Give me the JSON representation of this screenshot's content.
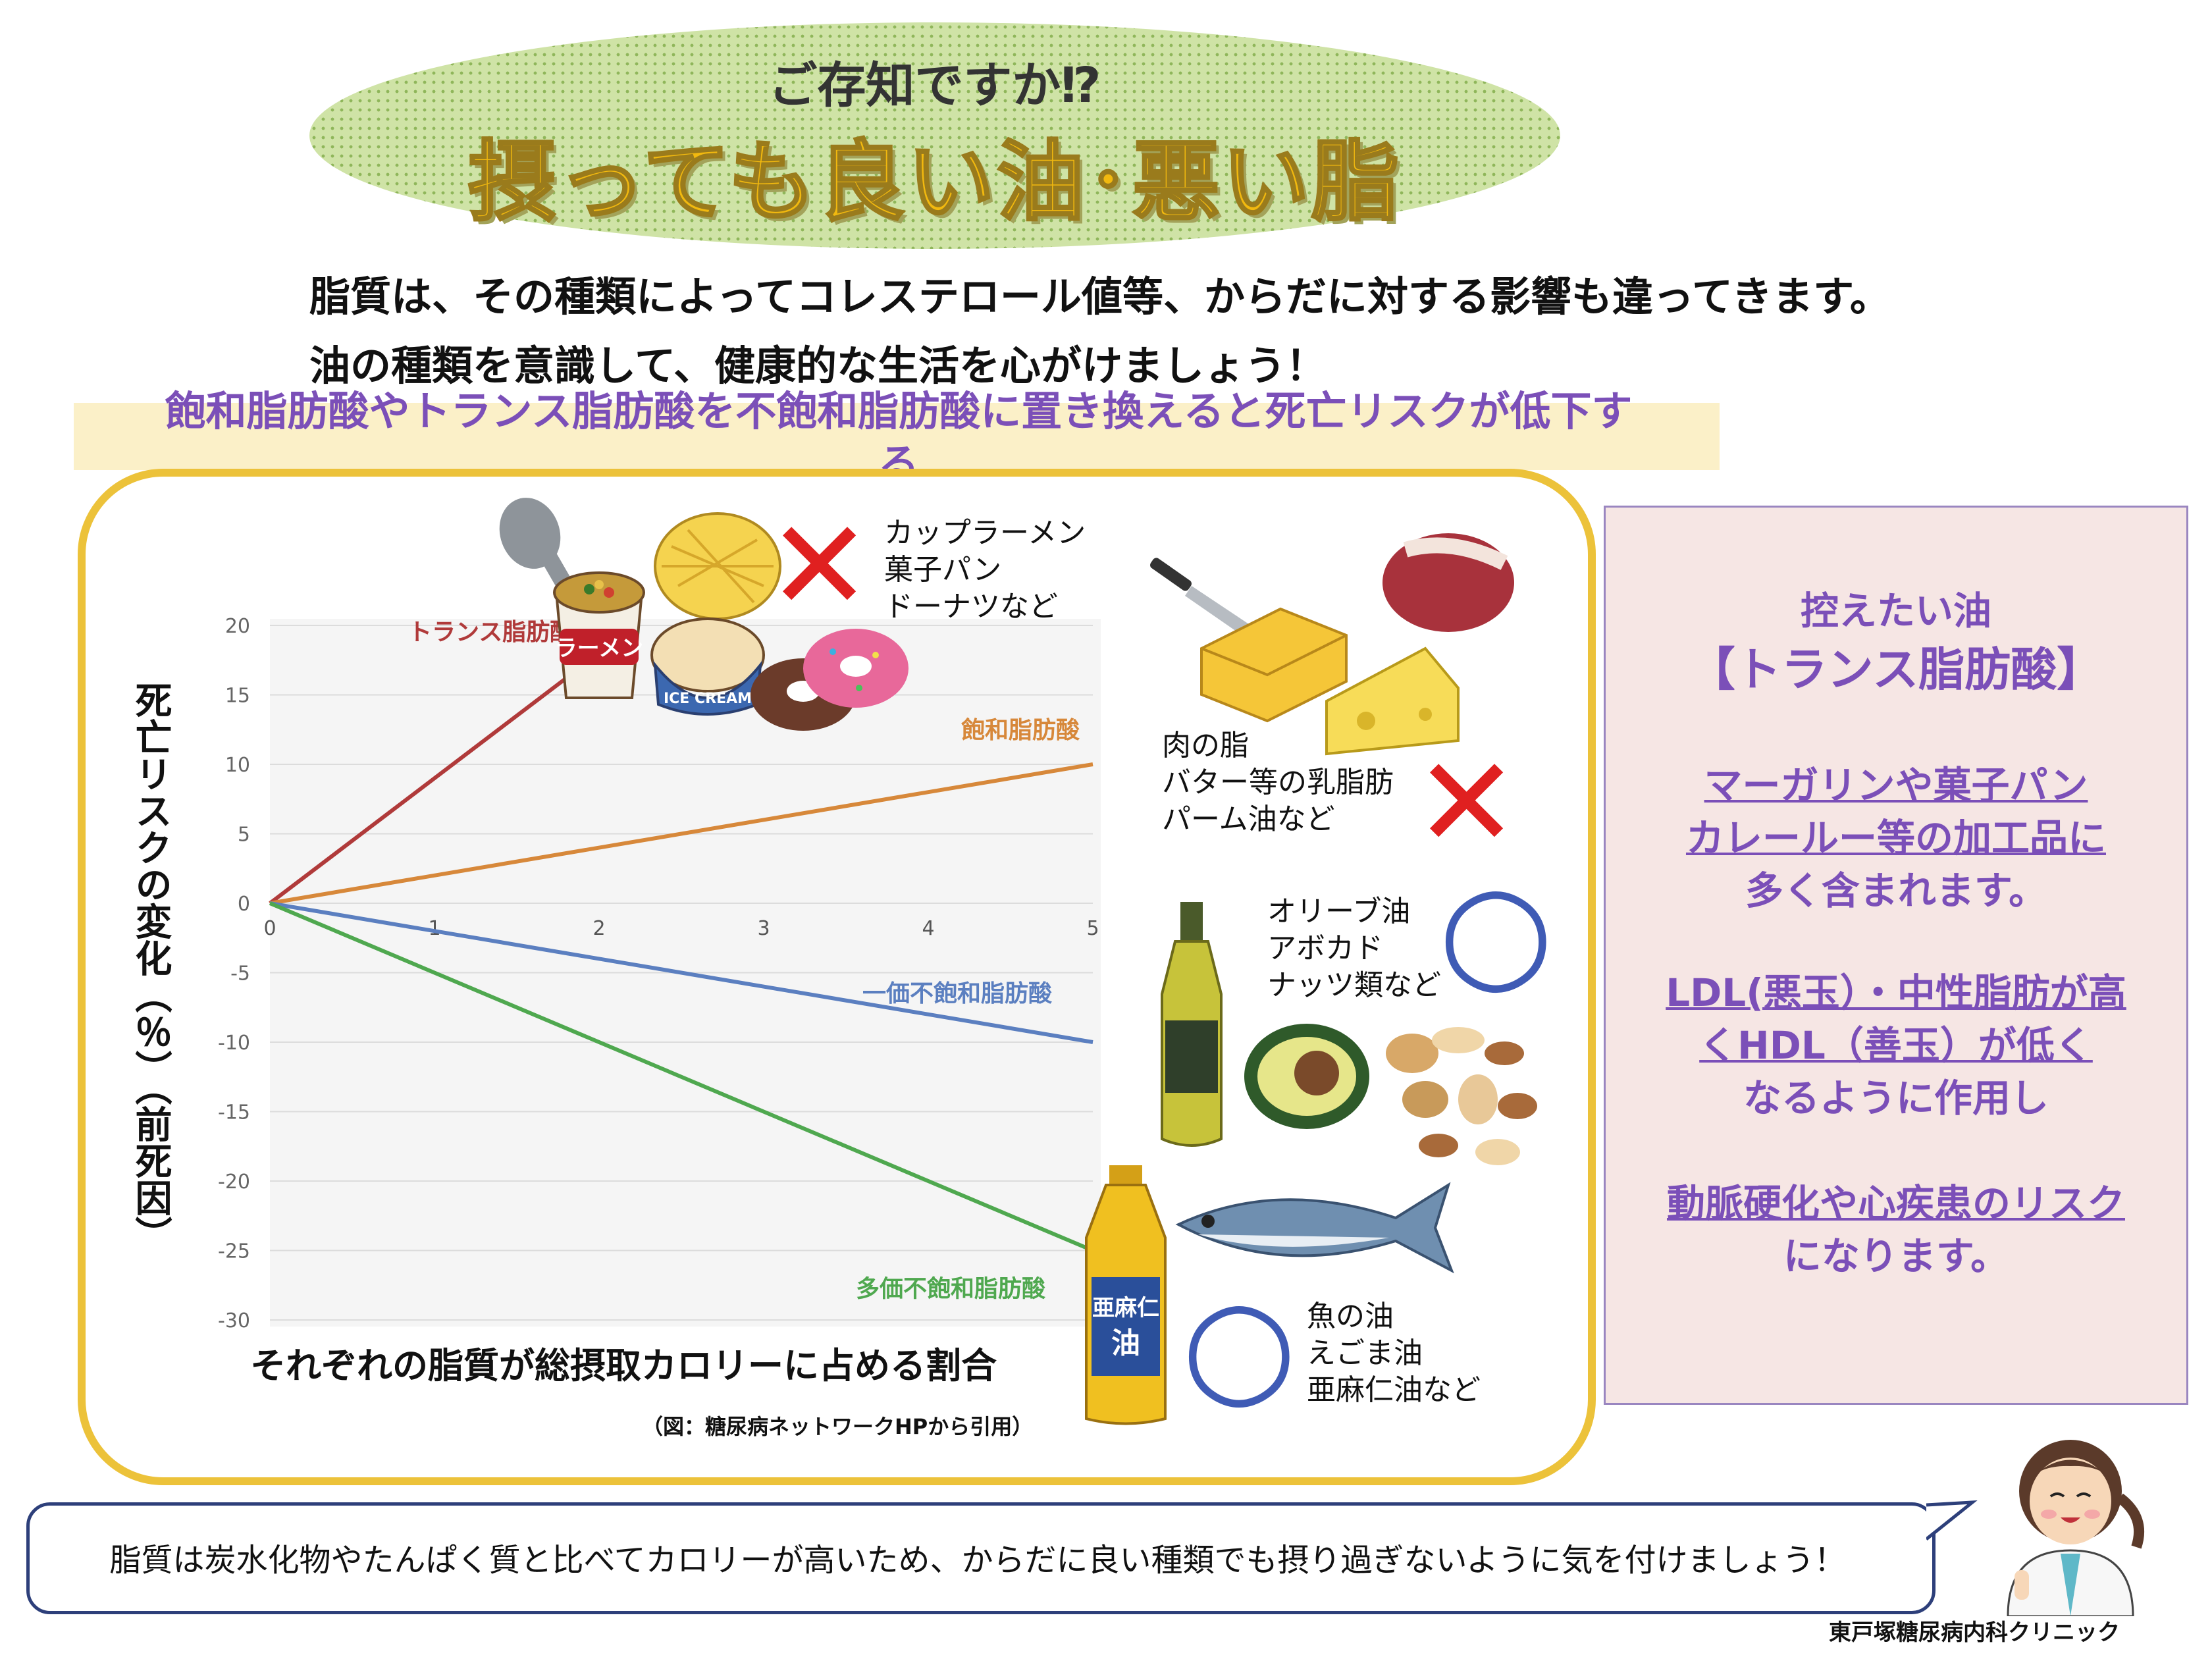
{
  "header": {
    "subtitle": "ご存知ですか⁉",
    "title": "摂っても良い油･悪い脂"
  },
  "intro": {
    "line1": "脂質は、その種類によってコレステロール値等、からだに対する影響も違ってきます。",
    "line2": "油の種類を意識して、健康的な生活を心がけましょう！"
  },
  "banner": {
    "line1": "飽和脂肪酸やトランス脂肪酸を不飽和脂肪酸に置き換えると死亡リスクが低下す",
    "line2": "る"
  },
  "chart_data": {
    "type": "line",
    "title": "",
    "xlabel": "それぞれの脂質が総摂取カロリーに占める割合",
    "ylabel": "死亡リスクの変化（％）（前死因）",
    "xlim": [
      0,
      5
    ],
    "ylim": [
      -30,
      20
    ],
    "x_ticks": [
      "0",
      "1",
      "2",
      "3",
      "4",
      "5"
    ],
    "y_ticks": [
      "20",
      "15",
      "10",
      "5",
      "0",
      "-5",
      "-10",
      "-15",
      "-20",
      "-25",
      "-30"
    ],
    "grid": true,
    "series": [
      {
        "name": "トランス脂肪酸",
        "color": "#b03a3a",
        "x": [
          0,
          2
        ],
        "y": [
          0,
          18
        ]
      },
      {
        "name": "飽和脂肪酸",
        "color": "#d7883a",
        "x": [
          0,
          5
        ],
        "y": [
          0,
          10
        ]
      },
      {
        "name": "一価不飽和脂肪酸",
        "color": "#5b7fc0",
        "x": [
          0,
          5
        ],
        "y": [
          0,
          -10
        ]
      },
      {
        "name": "多価不飽和脂肪酸",
        "color": "#4fa84f",
        "x": [
          0,
          5
        ],
        "y": [
          0,
          -25
        ]
      }
    ],
    "source": "（図：糖尿病ネットワークHPから引用）"
  },
  "foods": {
    "group1": {
      "lines": [
        "カップラーメン",
        "菓子パン",
        "ドーナツなど"
      ],
      "mark": "✕",
      "ramen_label": "ラーメン",
      "icecream_label": "ICE CREAM"
    },
    "group2": {
      "lines": [
        "肉の脂",
        "バター等の乳脂肪",
        "パーム油など"
      ],
      "mark": "✕"
    },
    "group3": {
      "lines": [
        "オリーブ油",
        "アボカド",
        "ナッツ類など"
      ],
      "mark": "○"
    },
    "group4": {
      "lines": [
        "魚の油",
        "えごま油",
        "亜麻仁油など"
      ],
      "mark": "○",
      "bottle_label": [
        "亜麻仁",
        "油"
      ]
    }
  },
  "right_box": {
    "heading1": "控えたい油",
    "heading2": "【トランス脂肪酸】",
    "p1": [
      "マーガリンや菓子パン",
      "カレールー等の加工品に",
      "多く含まれます。"
    ],
    "p2": [
      "LDL(悪玉）・中性脂肪が高",
      "くHDL（善玉）が低く",
      "なるように作用し"
    ],
    "p3": [
      "動脈硬化や心疾患のリスク",
      "になります。"
    ]
  },
  "footer": {
    "message": "脂質は炭水化物やたんぱく質と比べてカロリーが高いため、からだに良い種類でも摂り過ぎないように気を付けましょう！",
    "clinic": "東戸塚糖尿病内科クリニック"
  },
  "colors": {
    "title_yellow": "#f2b90f",
    "purple": "#7b4fb8",
    "panel_border": "#ecc23a",
    "cross_red": "#e02020",
    "circle_blue": "#3f5bb5"
  }
}
